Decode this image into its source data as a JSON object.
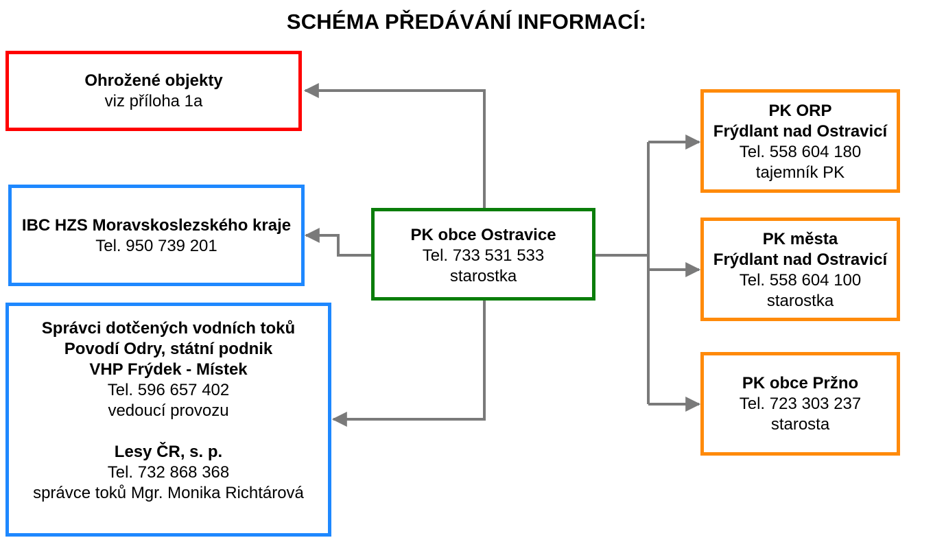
{
  "diagram": {
    "title": "SCHÉMA PŘEDÁVÁNÍ INFORMACÍ:",
    "colors": {
      "threatened": "#ff0000",
      "authority": "#1e88ff",
      "center": "#0a7d0a",
      "flood_commissions": "#ff8a0a",
      "connector": "#7a7a7a"
    },
    "nodes": {
      "threatened": {
        "name": "Ohrožené objekty",
        "note": "viz příloha 1a"
      },
      "ibc": {
        "name": "IBC HZS Moravskoslezského kraje",
        "phone": "Tel. 950 739 201"
      },
      "water": {
        "heading": "Správci dotčených vodních toků",
        "org1_name": "Povodí Odry, státní podnik",
        "org1_unit": "VHP Frýdek - Místek",
        "org1_phone": "Tel. 596 657 402",
        "org1_role": "vedoucí provozu",
        "org2_name": "Lesy ČR, s. p.",
        "org2_phone": "Tel. 732 868 368",
        "org2_role": "správce toků Mgr. Monika Richtárová"
      },
      "center": {
        "name": "PK obce Ostravice",
        "phone": "Tel.  733 531 533",
        "role": "starostka"
      },
      "orp": {
        "name": "PK ORP",
        "place": "Frýdlant nad Ostravicí",
        "phone": "Tel.  558 604 180",
        "role": "tajemník PK"
      },
      "mesta": {
        "name": "PK města",
        "place": "Frýdlant nad Ostravicí",
        "phone": "Tel. 558 604 100",
        "role": "starostka"
      },
      "przno": {
        "name": "PK obce Pržno",
        "phone": "Tel. 723 303 237",
        "role": "starosta"
      }
    }
  }
}
